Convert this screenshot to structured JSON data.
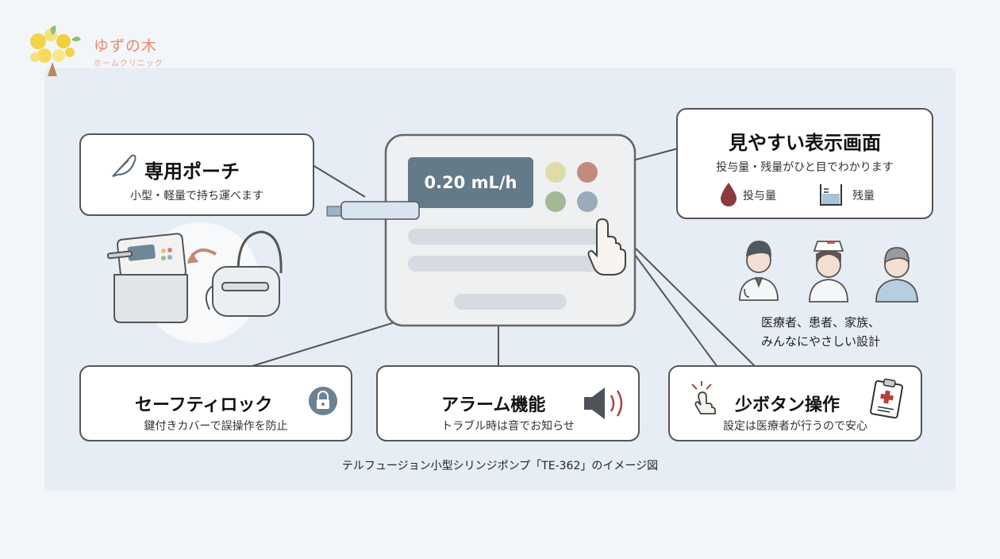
{
  "logo": {
    "title": "ゆずの木",
    "subtitle": "ホームクリニック",
    "icon": "yuzu-tree-icon"
  },
  "device": {
    "display_value": "0.20 mL/h",
    "button_colors": [
      "#e0dcaa",
      "#c38b7c",
      "#a4b796",
      "#9aabbb"
    ],
    "screen_color": "#637a89"
  },
  "callouts": {
    "pouch": {
      "title": "専用ポーチ",
      "subtitle": "小型・軽量で持ち運べます",
      "icon": "feather-icon"
    },
    "display": {
      "title": "見やすい表示画面",
      "subtitle": "投与量・残量がひと目でわかります",
      "dose_label": "投与量",
      "remaining_label": "残量",
      "icons": [
        "blood-drop-icon",
        "beaker-icon"
      ]
    },
    "lock": {
      "title": "セーフティロック",
      "subtitle": "鍵付きカバーで誤操作を防止",
      "icon": "padlock-icon"
    },
    "alarm": {
      "title": "アラーム機能",
      "subtitle": "トラブル時は音でお知らせ",
      "icon": "speaker-icon"
    },
    "buttons": {
      "title": "少ボタン操作",
      "subtitle": "設定は医療者が行うので安心",
      "icon": "clipboard-icon"
    }
  },
  "people": {
    "line1": "医療者、患者、家族、",
    "line2": "みんなにやさしい設計",
    "icons": [
      "doctor-icon",
      "nurse-icon",
      "patient-icon"
    ]
  },
  "caption": "テルフュージョン小型シリンジポンプ「TE-362」のイメージ図"
}
